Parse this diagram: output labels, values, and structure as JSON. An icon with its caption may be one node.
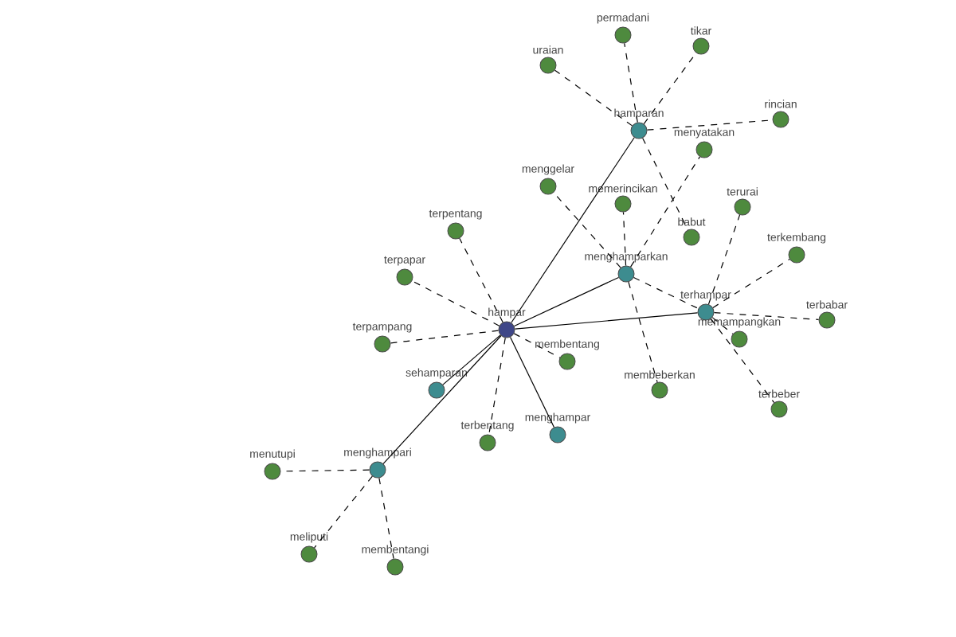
{
  "diagram": {
    "nodes": [
      {
        "text": [
          "permadani"
        ]
      },
      {
        "text": [
          "tikar"
        ]
      },
      {
        "text": [
          "uraian"
        ]
      },
      {
        "text": [
          "rincian"
        ]
      },
      {
        "text": [
          "hamparan"
        ]
      },
      {
        "text": [
          "menyatakan"
        ]
      },
      {
        "text": [
          "menggelar"
        ]
      },
      {
        "text": [
          "memerincikan"
        ]
      },
      {
        "text": [
          "terurai"
        ]
      },
      {
        "text": [
          "terpentang"
        ]
      },
      {
        "text": [
          "babut"
        ]
      },
      {
        "text": [
          "terkembang"
        ]
      },
      {
        "text": [
          "menghamparkan"
        ]
      },
      {
        "text": [
          "terpapar"
        ]
      },
      {
        "text": [
          "terhampar"
        ]
      },
      {
        "text": [
          "terbabar"
        ]
      },
      {
        "text": [
          "hampar"
        ]
      },
      {
        "text": [
          "memampangkan"
        ]
      },
      {
        "text": [
          "terpampang"
        ]
      },
      {
        "text": [
          "membentang"
        ]
      },
      {
        "text": [
          "sehamparan"
        ]
      },
      {
        "text": [
          "membeberkan"
        ]
      },
      {
        "text": [
          "terbeber"
        ]
      },
      {
        "text": [
          "menghampar"
        ]
      },
      {
        "text": [
          "terbentang"
        ]
      },
      {
        "text": [
          "menghampari"
        ]
      },
      {
        "text": [
          "menutupi"
        ]
      },
      {
        "text": [
          "meliputi"
        ]
      },
      {
        "text": [
          "membentangi"
        ]
      }
    ],
    "edges": [
      {
        "from": 16,
        "to": 4,
        "arrow": "none"
      },
      {
        "from": 16,
        "to": 12,
        "arrow": "none"
      },
      {
        "from": 16,
        "to": 14,
        "arrow": "none"
      },
      {
        "from": 16,
        "to": 20,
        "arrow": "none"
      },
      {
        "from": 16,
        "to": 23,
        "arrow": "none"
      },
      {
        "from": 16,
        "to": 25,
        "arrow": "none"
      },
      {
        "from": 16,
        "to": 9,
        "arrow": "none",
        "style": "dashed"
      },
      {
        "from": 16,
        "to": 13,
        "arrow": "none",
        "style": "dashed"
      },
      {
        "from": 16,
        "to": 18,
        "arrow": "none",
        "style": "dashed"
      },
      {
        "from": 16,
        "to": 19,
        "arrow": "none",
        "style": "dashed"
      },
      {
        "from": 16,
        "to": 24,
        "arrow": "none",
        "style": "dashed"
      },
      {
        "from": 4,
        "to": 2,
        "arrow": "none",
        "style": "dashed"
      },
      {
        "from": 4,
        "to": 0,
        "arrow": "none",
        "style": "dashed"
      },
      {
        "from": 4,
        "to": 1,
        "arrow": "none",
        "style": "dashed"
      },
      {
        "from": 4,
        "to": 3,
        "arrow": "none",
        "style": "dashed"
      },
      {
        "from": 4,
        "to": 10,
        "arrow": "none",
        "style": "dashed"
      },
      {
        "from": 12,
        "to": 6,
        "arrow": "none",
        "style": "dashed"
      },
      {
        "from": 12,
        "to": 7,
        "arrow": "none",
        "style": "dashed"
      },
      {
        "from": 12,
        "to": 5,
        "arrow": "none",
        "style": "dashed"
      },
      {
        "from": 12,
        "to": 21,
        "arrow": "none",
        "style": "dashed"
      },
      {
        "from": 12,
        "to": 14,
        "arrow": "none",
        "style": "dashed"
      },
      {
        "from": 14,
        "to": 8,
        "arrow": "none",
        "style": "dashed"
      },
      {
        "from": 14,
        "to": 11,
        "arrow": "none",
        "style": "dashed"
      },
      {
        "from": 14,
        "to": 15,
        "arrow": "none",
        "style": "dashed"
      },
      {
        "from": 14,
        "to": 17,
        "arrow": "none",
        "style": "dashed"
      },
      {
        "from": 14,
        "to": 22,
        "arrow": "none",
        "style": "dashed"
      },
      {
        "from": 25,
        "to": 26,
        "arrow": "none",
        "style": "dashed"
      },
      {
        "from": 25,
        "to": 27,
        "arrow": "none",
        "style": "dashed"
      },
      {
        "from": 25,
        "to": 28,
        "arrow": "none",
        "style": "dashed"
      }
    ]
  }
}
